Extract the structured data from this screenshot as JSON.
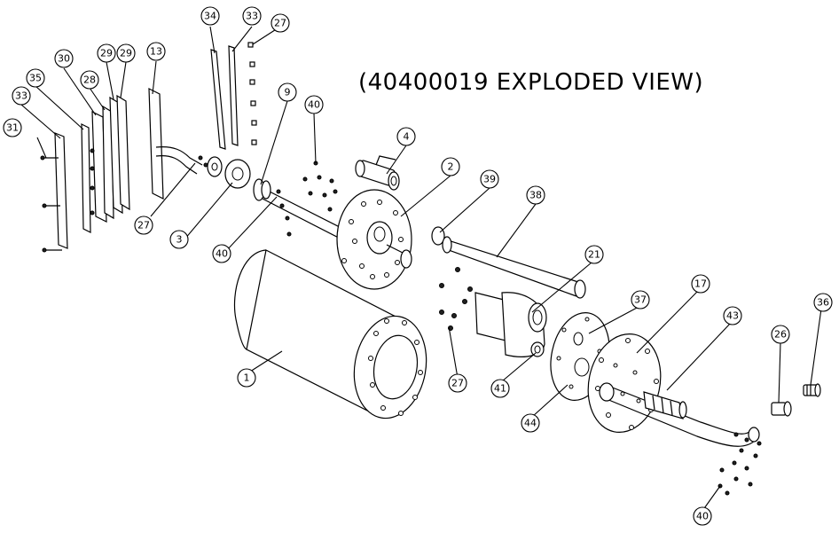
{
  "title": "(40400019 EXPLODED VIEW)",
  "callouts": [
    "34",
    "33",
    "27",
    "13",
    "30",
    "29",
    "29",
    "35",
    "28",
    "33",
    "31",
    "9",
    "40",
    "4",
    "2",
    "39",
    "38",
    "21",
    "3",
    "27",
    "40",
    "1",
    "37",
    "17",
    "43",
    "36",
    "26",
    "41",
    "27",
    "44",
    "40"
  ]
}
